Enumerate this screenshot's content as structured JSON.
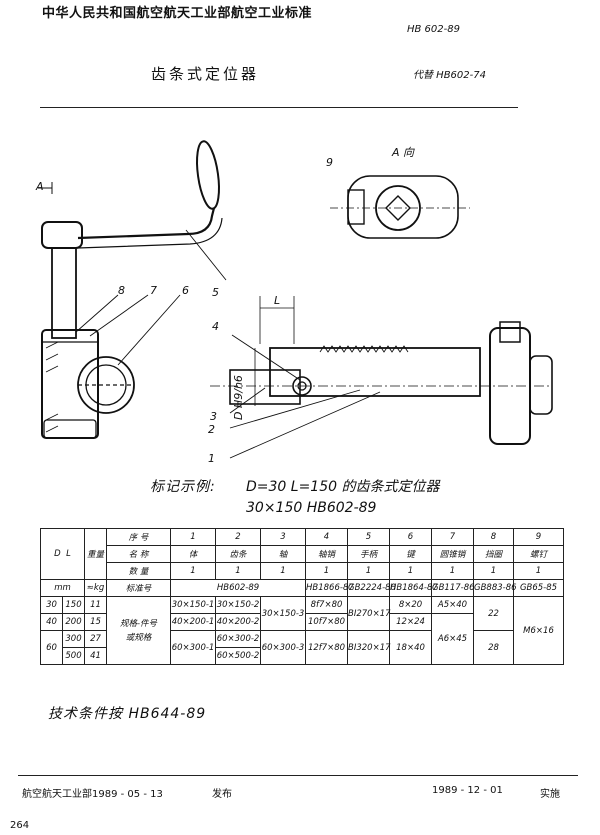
{
  "header": {
    "standard_title": "中华人民共和国航空航天工业部航空工业标准",
    "doc_code": "HB 602-89",
    "doc_name": "齿条式定位器",
    "replaces": "代替 HB602-74"
  },
  "drawing": {
    "view_label_a_left": "A",
    "view_label_a_dir": "A 向",
    "dim_L": "L",
    "dim_D": "D H9/h6",
    "callouts": [
      "1",
      "2",
      "3",
      "4",
      "5",
      "6",
      "7",
      "8",
      "9"
    ]
  },
  "marking_example": {
    "label": "标记示例:",
    "text": "D=30  L=150 的齿条式定位器",
    "code": "30×150    HB602-89"
  },
  "table": {
    "h_seq": "序  号",
    "h_name": "名  称",
    "h_qty": "数  量",
    "h_std": "标准号",
    "h_D": "D",
    "h_L": "L",
    "h_mm": "mm",
    "h_weight": "重量",
    "h_kg": "≈kg",
    "cols": [
      {
        "no": "1",
        "name": "体",
        "qty": "1"
      },
      {
        "no": "2",
        "name": "齿条",
        "qty": "1"
      },
      {
        "no": "3",
        "name": "轴",
        "qty": "1"
      },
      {
        "no": "4",
        "name": "轴销",
        "qty": "1"
      },
      {
        "no": "5",
        "name": "手柄",
        "qty": "1"
      },
      {
        "no": "6",
        "name": "键",
        "qty": "1"
      },
      {
        "no": "7",
        "name": "圆锥销",
        "qty": "1"
      },
      {
        "no": "8",
        "name": "挡圈",
        "qty": "1"
      },
      {
        "no": "9",
        "name": "螺钉",
        "qty": "1"
      }
    ],
    "std_main": "HB602-89",
    "std_4": "HB1866-87",
    "std_5": "GB2224-80",
    "std_6": "HB1864-87",
    "std_7": "GB117-86",
    "std_8": "GB883-86",
    "std_9": "GB65-85",
    "spec_label_1": "规格-件号",
    "spec_label_2": "或规格",
    "rows": [
      {
        "D": "30",
        "L": "150",
        "w": "11"
      },
      {
        "D": "40",
        "L": "200",
        "w": "15"
      },
      {
        "D": "60",
        "L": "300",
        "w": "27"
      },
      {
        "D": "",
        "L": "500",
        "w": "41"
      }
    ],
    "c1": [
      "30×150-1",
      "40×200-1",
      "60×300-1"
    ],
    "c2": [
      "30×150-2",
      "40×200-2",
      "60×300-2",
      "60×500-2"
    ],
    "c3": [
      "30×150-3",
      "60×300-3"
    ],
    "c4": [
      "8f7×80",
      "10f7×80",
      "12f7×80"
    ],
    "c5": [
      "BI270×17",
      "BI320×17"
    ],
    "c6": [
      "8×20",
      "12×24",
      "18×40"
    ],
    "c7": [
      "A5×40",
      "A6×45"
    ],
    "c8": [
      "22",
      "28"
    ],
    "c9": "M6×16"
  },
  "tech_req": "技术条件按 HB644-89",
  "footer": {
    "publisher": "航空航天工业部1989 - 05 - 13",
    "publish_word": "发布",
    "effective_date": "1989 - 12 - 01",
    "effective_word": "实施"
  },
  "page_number": "264"
}
